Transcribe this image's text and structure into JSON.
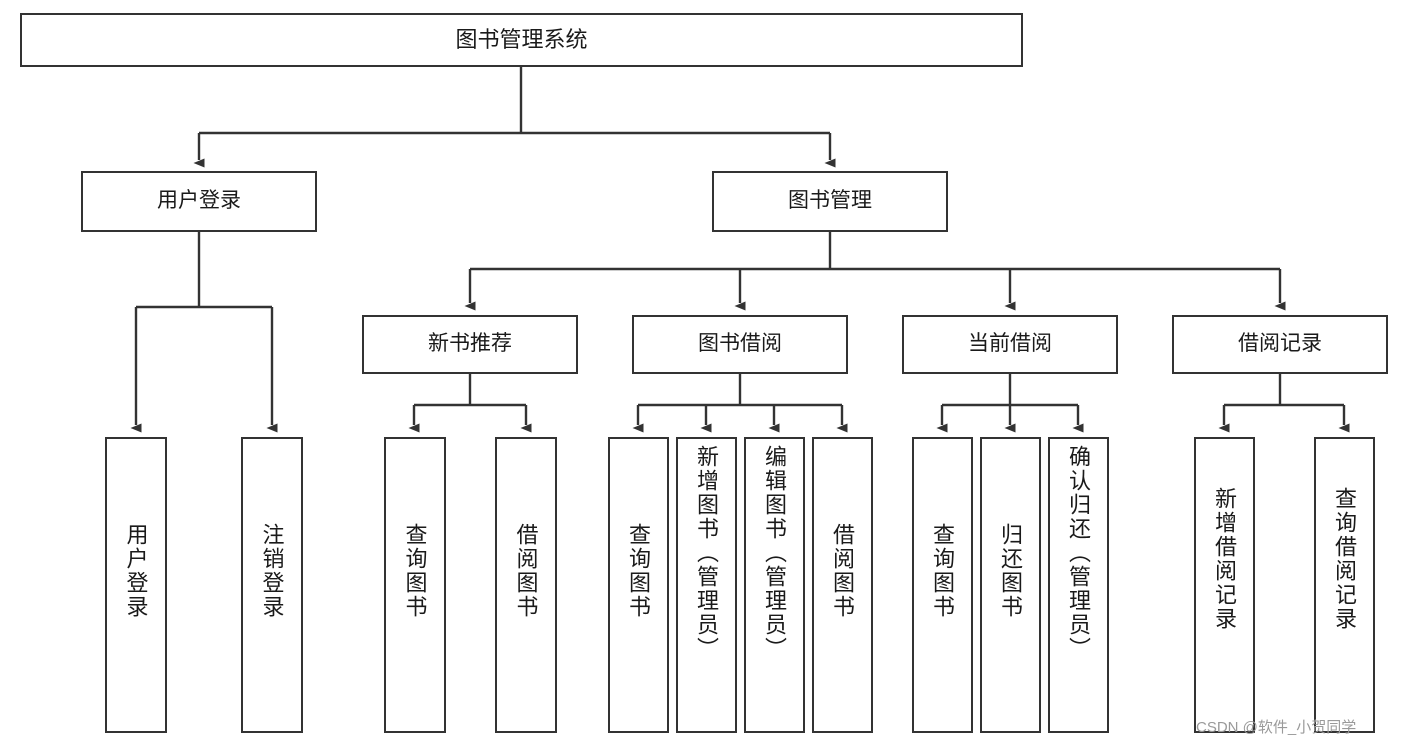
{
  "diagram": {
    "title": "图书管理系统",
    "type": "功能结构图",
    "line_color": "#333333",
    "box_fill": "#ffffff",
    "page_background": "#ffffff"
  },
  "nodes": {
    "root": {
      "label": "图书管理系统"
    },
    "level2": [
      {
        "label": "用户登录"
      },
      {
        "label": "图书管理"
      }
    ],
    "level3": [
      {
        "label": "新书推荐"
      },
      {
        "label": "图书借阅"
      },
      {
        "label": "当前借阅"
      },
      {
        "label": "借阅记录"
      }
    ],
    "leaves": {
      "user_login": [
        {
          "label": "用户登录"
        },
        {
          "label": "注销登录"
        }
      ],
      "new_book": [
        {
          "label": "查询图书"
        },
        {
          "label": "借阅图书"
        }
      ],
      "book_borrow": [
        {
          "label": "查询图书"
        },
        {
          "label": "新增图书（管理员）"
        },
        {
          "label": "编辑图书（管理员）"
        },
        {
          "label": "借阅图书"
        }
      ],
      "current_borrow": [
        {
          "label": "查询图书"
        },
        {
          "label": "归还图书"
        },
        {
          "label": "确认归还（管理员）"
        }
      ],
      "borrow_record": [
        {
          "label": "新增借阅记录"
        },
        {
          "label": "查询借阅记录"
        }
      ]
    }
  },
  "watermark": {
    "text": "CSDN @软件_小贺同学"
  }
}
